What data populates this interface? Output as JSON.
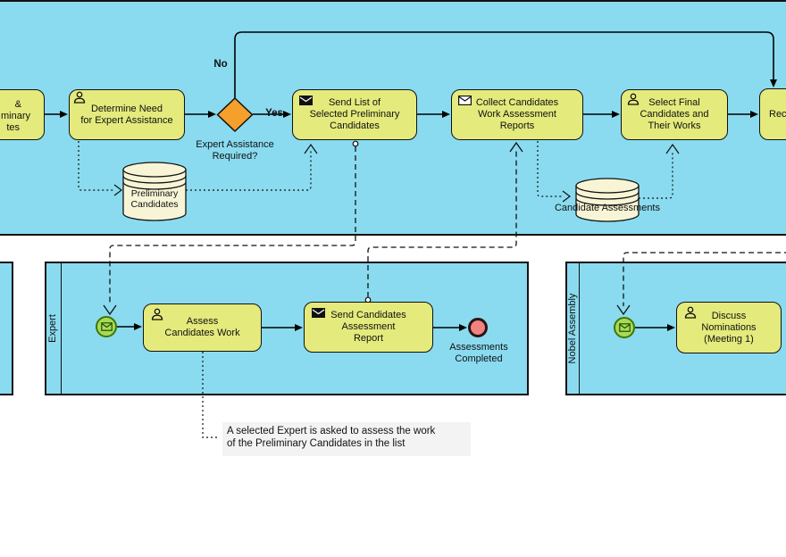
{
  "lanes": {
    "expert": "Expert",
    "nobel": "Nobel Assembly"
  },
  "tasks": {
    "clipped_left": {
      "l1": "&",
      "l2": "minary",
      "l3": "tes"
    },
    "determine": {
      "label": "Determine Need\nfor Expert Assistance",
      "icon": "user-icon"
    },
    "send_list": {
      "label": "Send List of\nSelected Preliminary\nCandidates",
      "icon": "send-envelope-icon"
    },
    "collect": {
      "label": "Collect Candidates\nWork Assessment\nReports",
      "icon": "receive-envelope-icon"
    },
    "select_final": {
      "label": "Select Final\nCandidates and\nTheir Works",
      "icon": "user-icon"
    },
    "clipped_right": {
      "fragment": "Rec"
    },
    "assess": {
      "label": "Assess\nCandidates Work",
      "icon": "user-icon"
    },
    "send_report": {
      "label": "Send Candidates\nAssessment\nReport",
      "icon": "send-envelope-icon"
    },
    "discuss": {
      "label": "Discuss\nNominations\n(Meeting 1)",
      "icon": "user-icon"
    }
  },
  "gateway": {
    "question": "Expert Assistance\nRequired?",
    "yes": "Yes",
    "no": "No"
  },
  "stores": {
    "preliminary": {
      "label": "Preliminary\nCandidates"
    },
    "assessments": {
      "label": "Candidate Assessments"
    }
  },
  "events": {
    "expert_start": {
      "icon": "message-envelope-icon"
    },
    "nobel_start": {
      "icon": "message-envelope-icon"
    },
    "end_label": "Assessments\nCompleted"
  },
  "annotation": {
    "text": "A selected Expert is asked to assess the work\nof the Preliminary Candidates in the list"
  },
  "colors": {
    "pool_fill": "#8ADBF0",
    "task_fill": "#E4EA7C",
    "gateway_fill": "#F5A02D",
    "store_fill": "#F8F5D7",
    "event_fill": "#A8DA57",
    "event_border": "#3E7603",
    "end_fill": "#F0827F",
    "end_border": "#2B1313",
    "annotation_fill": "#F3F3F3"
  }
}
